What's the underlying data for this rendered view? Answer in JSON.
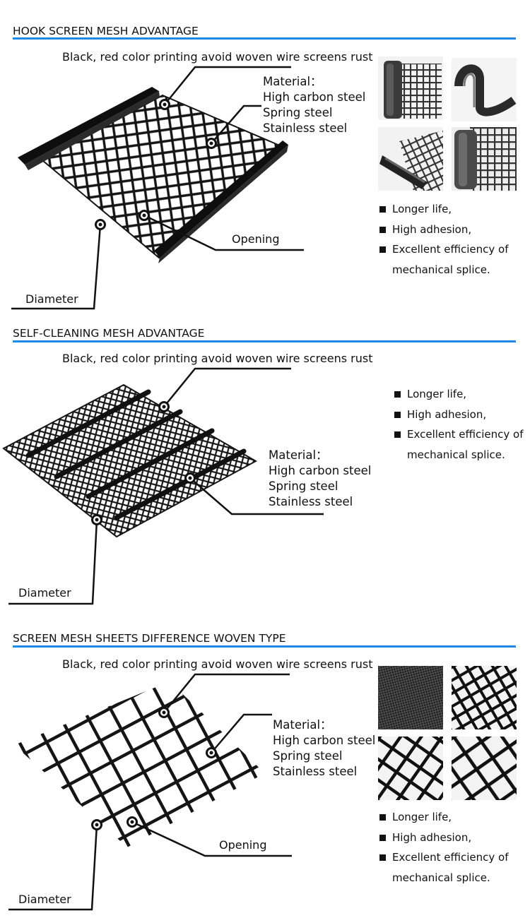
{
  "sections": [
    {
      "title": "HOOK SCREEN MESH ADVANTAGE",
      "caption": "Black, red color printing avoid woven wire screens rust",
      "material_title": "Material：",
      "materials": [
        "High carbon steel",
        "Spring steel",
        "Stainless steel"
      ],
      "opening_label": "Opening",
      "diameter_label": "Diameter",
      "bullets": [
        "Longer life,",
        "High adhesion,",
        "Excellent efficiency of"
      ],
      "bullet_continuation": "mechanical splice."
    },
    {
      "title": "SELF-CLEANING MESH ADVANTAGE",
      "caption": "Black, red color printing avoid woven wire screens rust",
      "material_title": "Material：",
      "materials": [
        "High carbon steel",
        "Spring steel",
        "Stainless steel"
      ],
      "diameter_label": "Diameter",
      "bullets": [
        "Longer life,",
        "High adhesion,",
        "Excellent efficiency of"
      ],
      "bullet_continuation": "mechanical splice."
    },
    {
      "title": "SCREEN MESH SHEETS DIFFERENCE WOVEN TYPE",
      "caption": "Black, red color printing avoid woven wire screens rust",
      "material_title": "Material：",
      "materials": [
        "High carbon steel",
        "Spring steel",
        "Stainless steel"
      ],
      "opening_label": "Opening",
      "diameter_label": "Diameter",
      "bullets": [
        "Longer life,",
        "High adhesion,",
        "Excellent efficiency of"
      ],
      "bullet_continuation": "mechanical splice."
    }
  ],
  "colors": {
    "accent_rule": "#1e88e5",
    "mesh": "#151515"
  }
}
